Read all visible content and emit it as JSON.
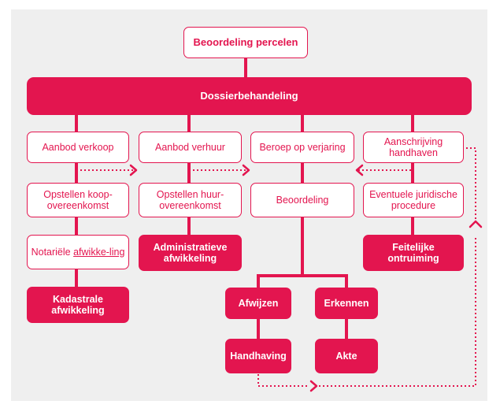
{
  "colors": {
    "accent": "#e3154f",
    "background": "#efefef",
    "box_fill": "#ffffff"
  },
  "nodes": {
    "root": "Beoordeling percelen",
    "dossier": "Dossierbehandeling",
    "aanbod_verkoop": "Aanbod verkoop",
    "aanbod_verhuur": "Aanbod verhuur",
    "beroep_verjaring": "Beroep op verjaring",
    "aanschrijving": "Aanschrijving handhaven",
    "opstellen_koop": "Opstellen koop-overeenkomst",
    "opstellen_huur": "Opstellen huur-overeenkomst",
    "beoordeling": "Beoordeling",
    "eventuele_juridische": "Eventuele juridische procedure",
    "notariele_prefix": "Notariële ",
    "notariele_link": "afwikke-ling",
    "administratieve": "Administratieve afwikkeling",
    "feitelijke": "Feitelijke ontruiming",
    "kadastrale": "Kadastrale afwikkeling",
    "afwijzen": "Afwijzen",
    "erkennen": "Erkennen",
    "handhaving": "Handhaving",
    "akte": "Akte"
  }
}
